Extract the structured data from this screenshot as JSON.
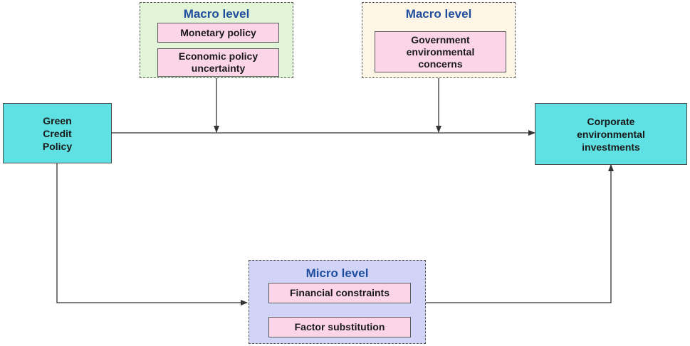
{
  "nodes": {
    "green_credit_policy": "Green\nCredit\nPolicy",
    "corporate_investments": "Corporate\nenvironmental\ninvestments"
  },
  "groups": {
    "macro_left": {
      "title": "Macro level",
      "items": [
        "Monetary policy",
        "Economic policy\nuncertainty"
      ],
      "color": "#e2f5d9"
    },
    "macro_right": {
      "title": "Macro level",
      "items": [
        "Government\nenvironmental\nconcerns"
      ],
      "color": "#fdf6e6"
    },
    "micro": {
      "title": "Micro level",
      "items": [
        "Financial constraints",
        "Factor substitution"
      ],
      "color": "#d2d4f7"
    }
  },
  "colors": {
    "main_node": "#5fe0e2",
    "inner_box": "#fcd5e8",
    "group_title": "#1f4e9e",
    "arrow": "#333333"
  }
}
